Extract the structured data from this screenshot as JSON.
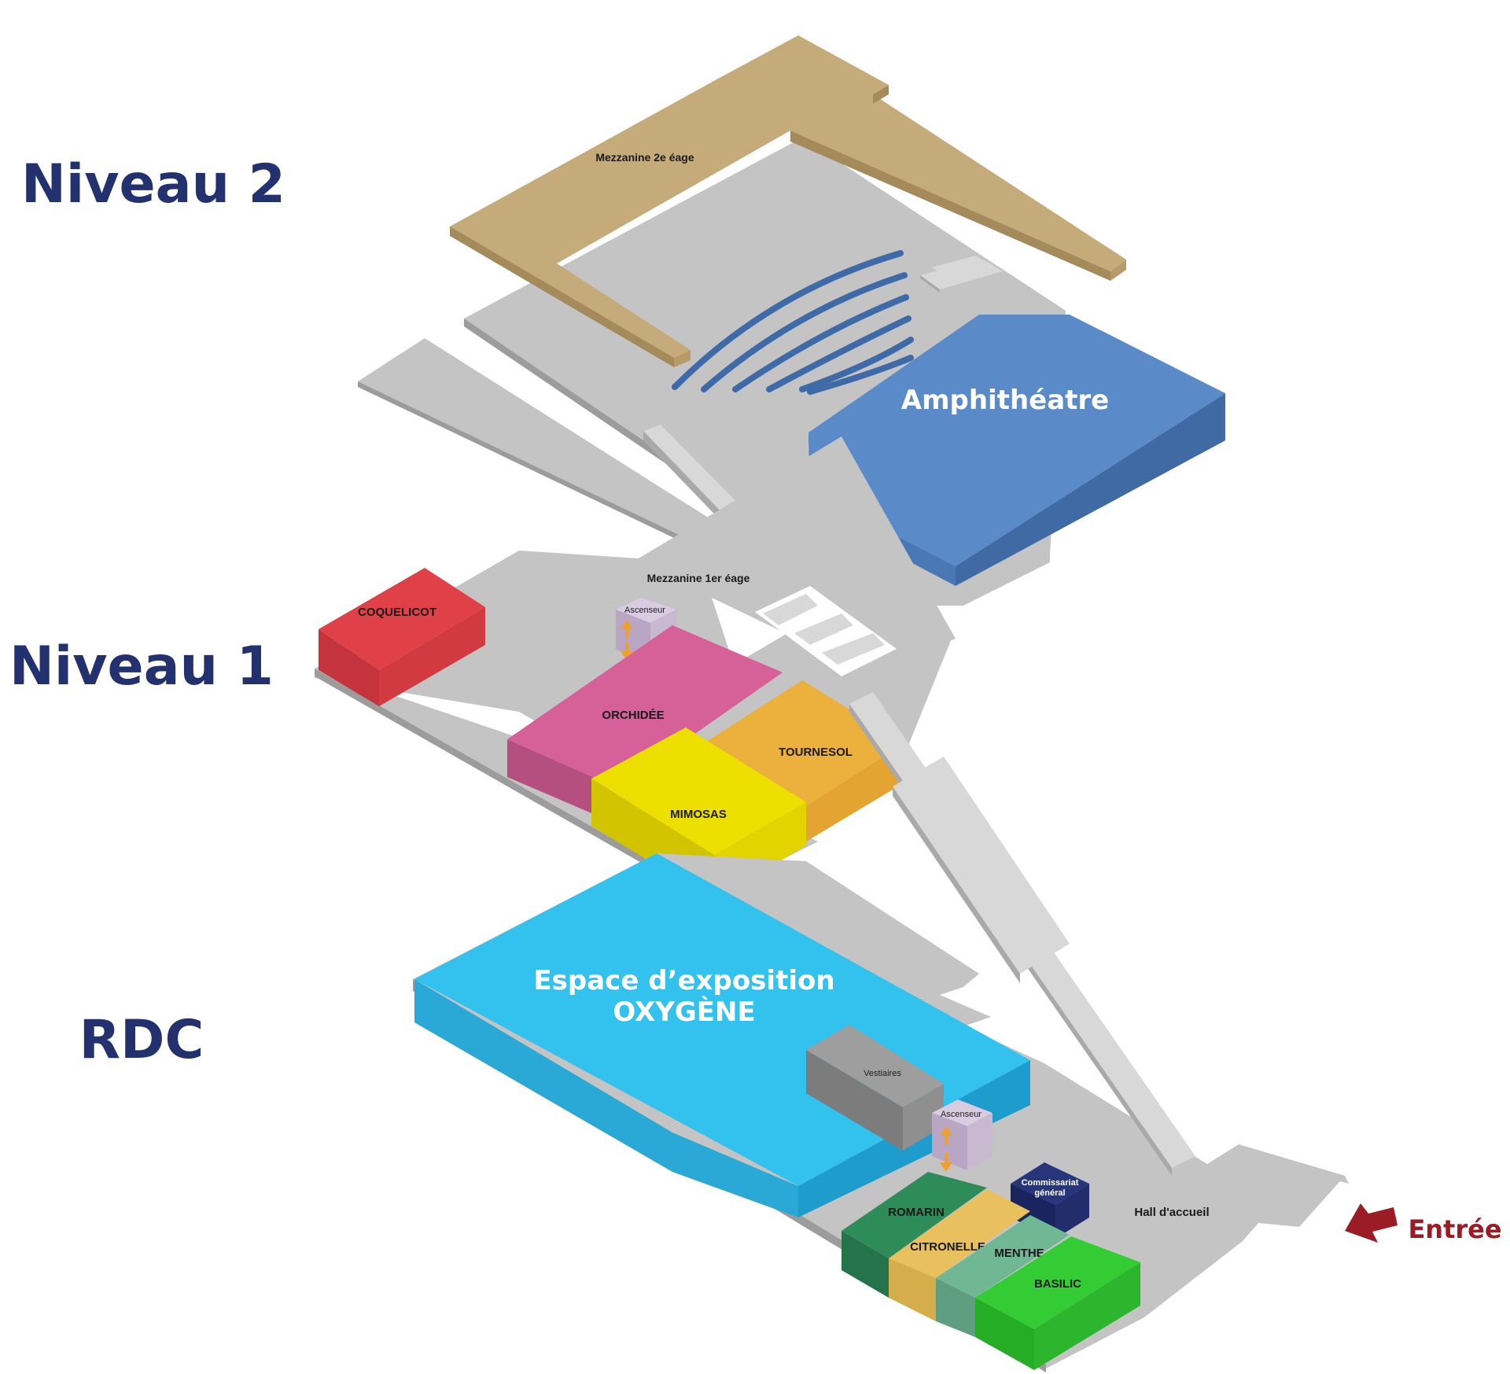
{
  "levels": {
    "niveau2": "Niveau 2",
    "niveau1": "Niveau 1",
    "rdc": "RDC"
  },
  "niveau2": {
    "mezzanine": "Mezzanine 2e éage",
    "amphitheatre": "Amphithéatre"
  },
  "niveau1": {
    "mezzanine": "Mezzanine 1er éage",
    "ascenseur": "Ascenseur",
    "rooms": {
      "coquelicot": "COQUELICOT",
      "orchidee": "ORCHIDÉE",
      "tournesol": "TOURNESOL",
      "mimosas": "MIMOSAS"
    }
  },
  "rdc": {
    "espace_line1": "Espace d’exposition",
    "espace_line2": "OXYGÈNE",
    "vestiaires": "Vestiaires",
    "ascenseur": "Ascenseur",
    "commissariat_line1": "Commissariat",
    "commissariat_line2": "général",
    "hall": "Hall d'accueil",
    "rooms": {
      "romarin": "ROMARIN",
      "citronelle": "CITRONELLE",
      "menthe": "MENTHE",
      "basilic": "BASILIC"
    },
    "entree": "Entrée"
  },
  "colors": {
    "mezzanine2": "#c6ab7a",
    "amphitheatre": "#4b7bb8",
    "coquelicot": "#e04048",
    "orchidee": "#d66098",
    "tournesol": "#ecb03c",
    "mimosas": "#ede000",
    "oxygene": "#2fbfea",
    "vestiaires": "#8f8f8f",
    "ascenseur": "#c8b8d0",
    "romarin": "#2e8c58",
    "citronelle": "#e8c15e",
    "menthe": "#70b894",
    "basilic": "#30c030",
    "commissariat": "#1f2a6c",
    "label_blue": "#23316f",
    "entree_red": "#9b1c24"
  }
}
